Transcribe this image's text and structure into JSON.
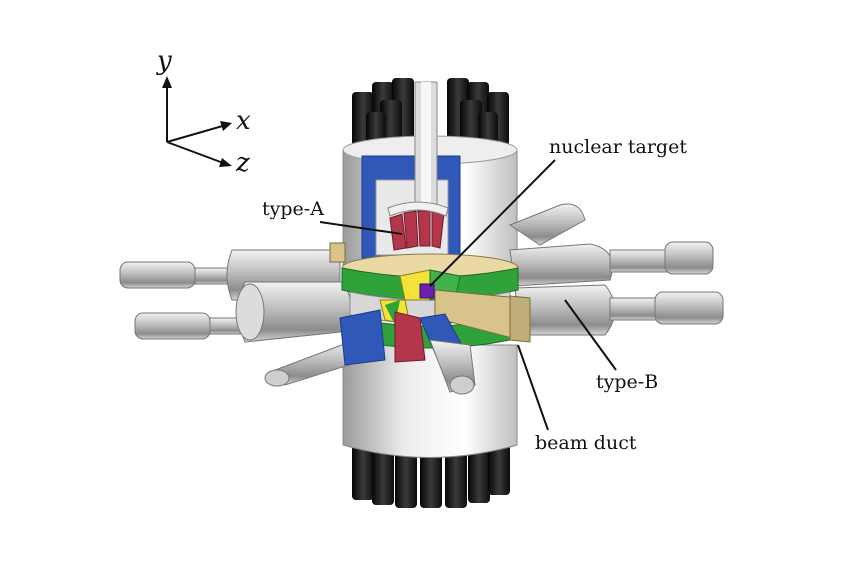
{
  "axes": {
    "y": "y",
    "x": "x",
    "z": "z"
  },
  "labels": {
    "nuclear_target": "nuclear target",
    "type_a": "type-A",
    "type_b": "type-B",
    "beam_duct": "beam duct"
  },
  "colors": {
    "blue_shield": "#2f58b8",
    "crystal_red": "#b3364a",
    "beam_duct_tan": "#d8c48a",
    "target_purple": "#6b1fb0",
    "layer_green": "#2fa33a",
    "layer_yellow": "#f2e23a",
    "pmt_black": "#1a1a1a",
    "metal_grey": "#c8c8c8"
  }
}
